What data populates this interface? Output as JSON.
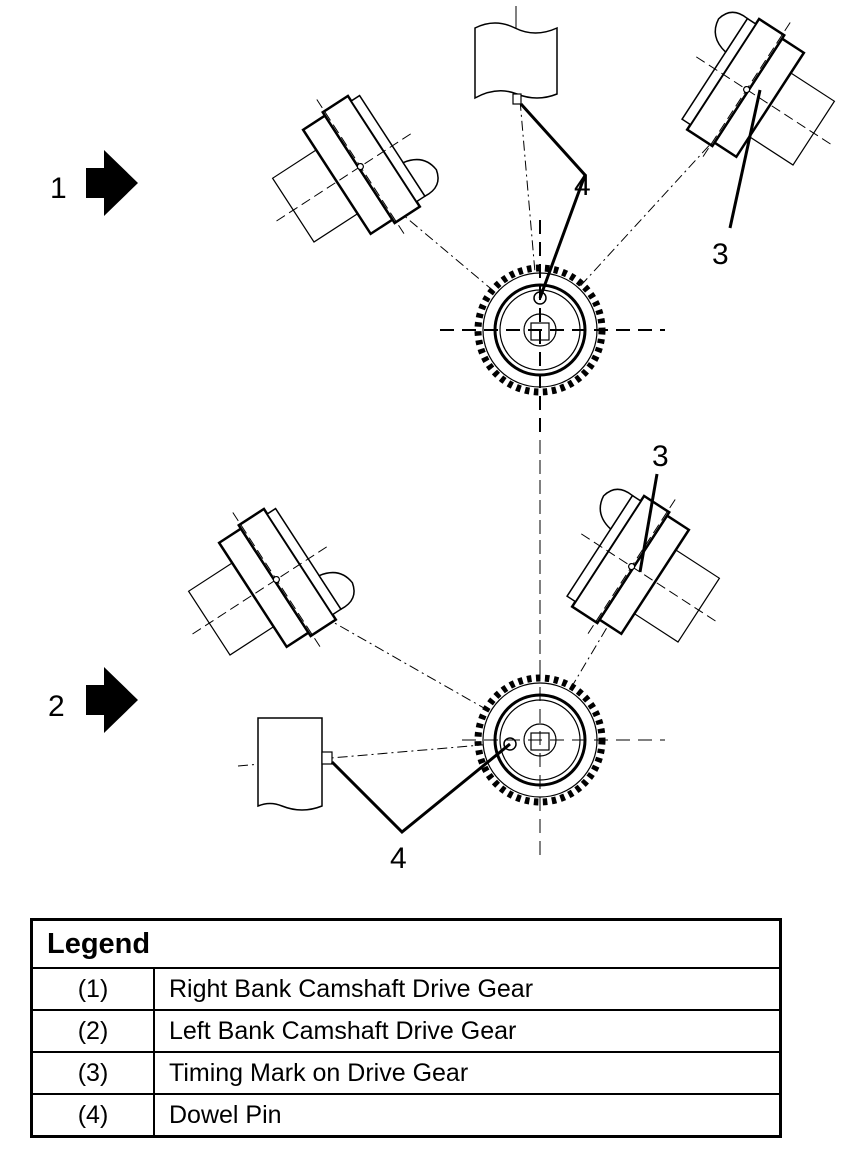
{
  "view_labels": [
    "1",
    "2"
  ],
  "callouts": {
    "timing_mark": "3",
    "dowel_pin": "4"
  },
  "legend": {
    "title": "Legend",
    "rows": [
      {
        "code": "(1)",
        "description": "Right Bank Camshaft Drive Gear"
      },
      {
        "code": "(2)",
        "description": "Left Bank Camshaft Drive Gear"
      },
      {
        "code": "(3)",
        "description": "Timing Mark on Drive Gear"
      },
      {
        "code": "(4)",
        "description": "Dowel Pin"
      }
    ]
  }
}
